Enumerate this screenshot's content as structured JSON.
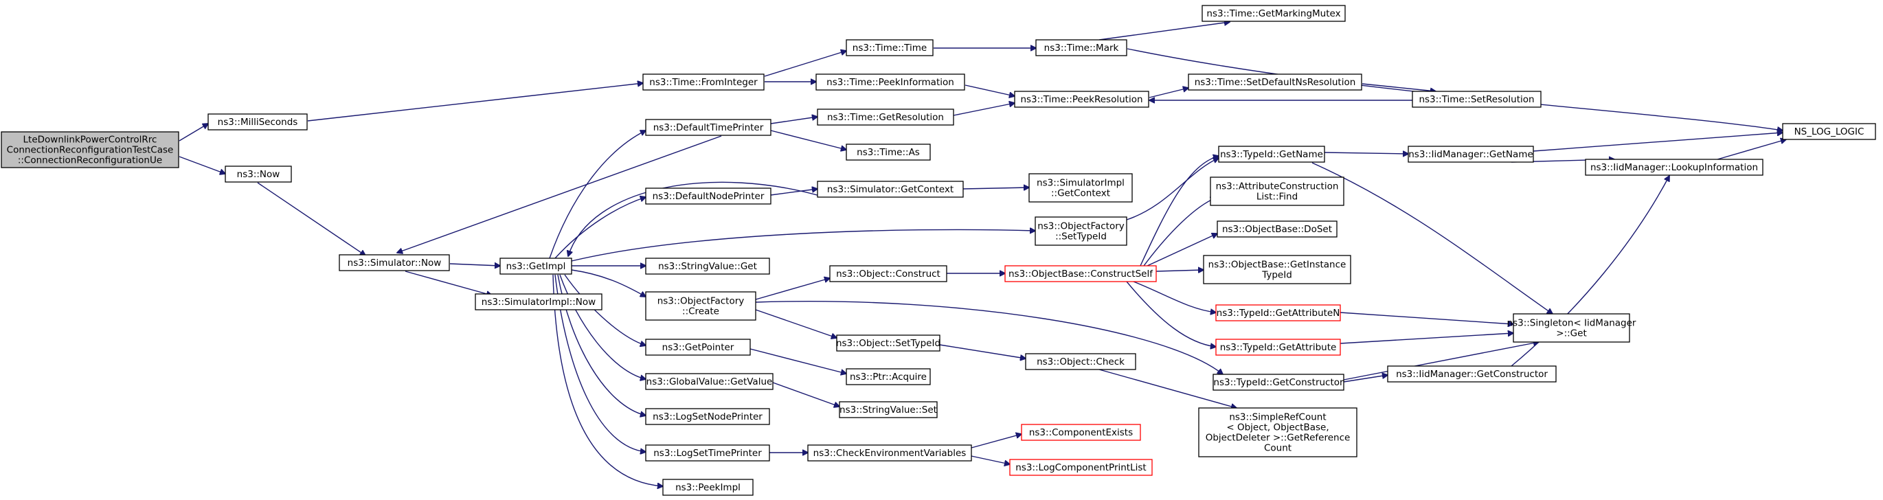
{
  "graph": {
    "colors": {
      "edge": "#191970",
      "root_fill": "#bfbfbf",
      "node_fill": "#ffffff",
      "node_border": "#000000",
      "incomplete_border": "#ff0000"
    },
    "nodes": [
      {
        "id": "root",
        "lines": [
          "LteDownlinkPowerControlRrc",
          "ConnectionReconfigurationTestCase",
          "::ConnectionReconfigurationUe"
        ],
        "style": "root"
      },
      {
        "id": "milliseconds",
        "lines": [
          "ns3::MilliSeconds"
        ],
        "style": "normal"
      },
      {
        "id": "now",
        "lines": [
          "ns3::Now"
        ],
        "style": "normal"
      },
      {
        "id": "simnow",
        "lines": [
          "ns3::Simulator::Now"
        ],
        "style": "normal"
      },
      {
        "id": "getimpl",
        "lines": [
          "ns3::GetImpl"
        ],
        "style": "normal"
      },
      {
        "id": "simimplnow",
        "lines": [
          "ns3::SimulatorImpl::Now"
        ],
        "style": "normal"
      },
      {
        "id": "frominteger",
        "lines": [
          "ns3::Time::FromInteger"
        ],
        "style": "normal"
      },
      {
        "id": "timetime",
        "lines": [
          "ns3::Time::Time"
        ],
        "style": "normal"
      },
      {
        "id": "peekinfo",
        "lines": [
          "ns3::Time::PeekInformation"
        ],
        "style": "normal"
      },
      {
        "id": "mark",
        "lines": [
          "ns3::Time::Mark"
        ],
        "style": "normal"
      },
      {
        "id": "markmutex",
        "lines": [
          "ns3::Time::GetMarkingMutex"
        ],
        "style": "normal"
      },
      {
        "id": "peekres",
        "lines": [
          "ns3::Time::PeekResolution"
        ],
        "style": "normal"
      },
      {
        "id": "setdefaultns",
        "lines": [
          "ns3::Time::SetDefaultNsResolution"
        ],
        "style": "normal"
      },
      {
        "id": "setres",
        "lines": [
          "ns3::Time::SetResolution"
        ],
        "style": "normal"
      },
      {
        "id": "nslog",
        "lines": [
          "NS_LOG_LOGIC"
        ],
        "style": "normal"
      },
      {
        "id": "deftimeprinter",
        "lines": [
          "ns3::DefaultTimePrinter"
        ],
        "style": "normal"
      },
      {
        "id": "getres",
        "lines": [
          "ns3::Time::GetResolution"
        ],
        "style": "normal"
      },
      {
        "id": "timeas",
        "lines": [
          "ns3::Time::As"
        ],
        "style": "normal"
      },
      {
        "id": "defnodeprinter",
        "lines": [
          "ns3::DefaultNodePrinter"
        ],
        "style": "normal"
      },
      {
        "id": "simgetctx",
        "lines": [
          "ns3::Simulator::GetContext"
        ],
        "style": "normal"
      },
      {
        "id": "simimplgetctx",
        "lines": [
          "ns3::SimulatorImpl",
          "::GetContext"
        ],
        "style": "normal"
      },
      {
        "id": "ofsettypeid",
        "lines": [
          "ns3::ObjectFactory",
          "::SetTypeId"
        ],
        "style": "normal"
      },
      {
        "id": "strvalget",
        "lines": [
          "ns3::StringValue::Get"
        ],
        "style": "normal"
      },
      {
        "id": "ofcreate",
        "lines": [
          "ns3::ObjectFactory",
          "::Create"
        ],
        "style": "normal"
      },
      {
        "id": "objconstruct",
        "lines": [
          "ns3::Object::Construct"
        ],
        "style": "normal"
      },
      {
        "id": "obconstructself",
        "lines": [
          "ns3::ObjectBase::ConstructSelf"
        ],
        "style": "red"
      },
      {
        "id": "objsettypeid",
        "lines": [
          "ns3::Object::SetTypeId"
        ],
        "style": "normal"
      },
      {
        "id": "getpointer",
        "lines": [
          "ns3::GetPointer"
        ],
        "style": "normal"
      },
      {
        "id": "ptracquire",
        "lines": [
          "ns3::Ptr::Acquire"
        ],
        "style": "normal"
      },
      {
        "id": "objcheck",
        "lines": [
          "ns3::Object::Check"
        ],
        "style": "normal"
      },
      {
        "id": "gvgetvalue",
        "lines": [
          "ns3::GlobalValue::GetValue"
        ],
        "style": "normal"
      },
      {
        "id": "strvalset",
        "lines": [
          "ns3::StringValue::Set"
        ],
        "style": "normal"
      },
      {
        "id": "lognodeprinter",
        "lines": [
          "ns3::LogSetNodePrinter"
        ],
        "style": "normal"
      },
      {
        "id": "logtimeprinter",
        "lines": [
          "ns3::LogSetTimePrinter"
        ],
        "style": "normal"
      },
      {
        "id": "checkenv",
        "lines": [
          "ns3::CheckEnvironmentVariables"
        ],
        "style": "normal"
      },
      {
        "id": "compexists",
        "lines": [
          "ns3::ComponentExists"
        ],
        "style": "red"
      },
      {
        "id": "logcompprint",
        "lines": [
          "ns3::LogComponentPrintList"
        ],
        "style": "red"
      },
      {
        "id": "peekimpl",
        "lines": [
          "ns3::PeekImpl"
        ],
        "style": "normal"
      },
      {
        "id": "tidgetname",
        "lines": [
          "ns3::TypeId::GetName"
        ],
        "style": "normal"
      },
      {
        "id": "attrconstructfind",
        "lines": [
          "ns3::AttributeConstruction",
          "List::Find"
        ],
        "style": "normal"
      },
      {
        "id": "obdoset",
        "lines": [
          "ns3::ObjectBase::DoSet"
        ],
        "style": "normal"
      },
      {
        "id": "obgetinstancetid",
        "lines": [
          "ns3::ObjectBase::GetInstance",
          "TypeId"
        ],
        "style": "normal"
      },
      {
        "id": "tidgetattrn",
        "lines": [
          "ns3::TypeId::GetAttributeN"
        ],
        "style": "red"
      },
      {
        "id": "tidgetattr",
        "lines": [
          "ns3::TypeId::GetAttribute"
        ],
        "style": "red"
      },
      {
        "id": "tidgetctor",
        "lines": [
          "ns3::TypeId::GetConstructor"
        ],
        "style": "normal"
      },
      {
        "id": "simplerefcount",
        "lines": [
          "ns3::SimpleRefCount",
          "< Object, ObjectBase,",
          " ObjectDeleter >::GetReference",
          "Count"
        ],
        "style": "normal"
      },
      {
        "id": "iidgetname",
        "lines": [
          "ns3::IidManager::GetName"
        ],
        "style": "normal"
      },
      {
        "id": "iidlookup",
        "lines": [
          "ns3::IidManager::LookupInformation"
        ],
        "style": "normal"
      },
      {
        "id": "singleton",
        "lines": [
          "ns3::Singleton< IidManager",
          " >::Get"
        ],
        "style": "normal"
      },
      {
        "id": "iidgetctor",
        "lines": [
          "ns3::IidManager::GetConstructor"
        ],
        "style": "normal"
      }
    ]
  }
}
